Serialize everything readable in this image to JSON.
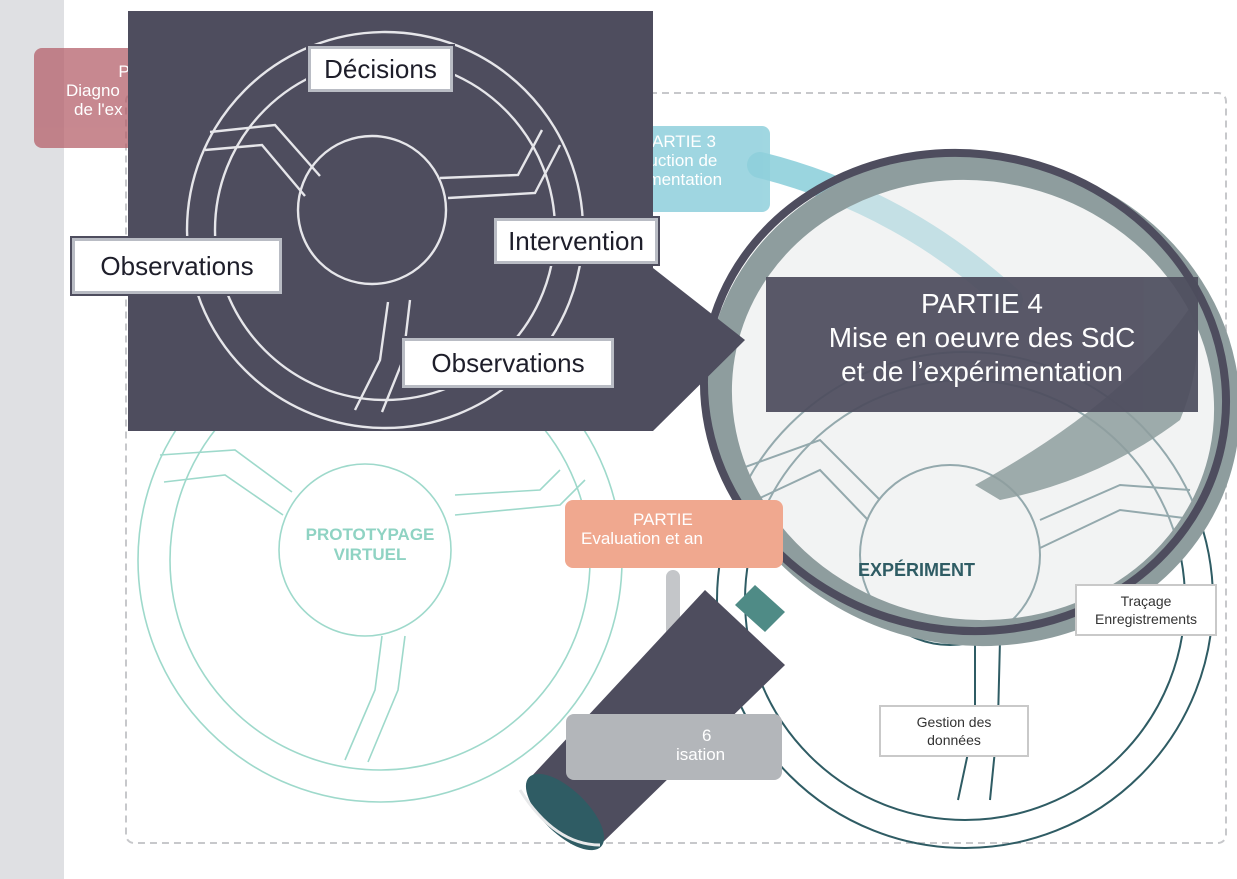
{
  "colors": {
    "sidebar": "#dfe0e3",
    "teal_light": "#9ed9cb",
    "teal_dark": "#2f5c64",
    "dark_panel": "#4e4d5e",
    "partie1": "#b5616b",
    "partie3": "#8fd0dc",
    "partie5": "#f0a88f",
    "partie6": "#b3b6ba",
    "lens_ring": "#8e9d9e"
  },
  "partie1": {
    "line1": "P",
    "line2": "Diagno",
    "line3": "de l'ex"
  },
  "partie3": {
    "line1": "ARTIE 3",
    "line2": "truction de",
    "line3": "rimentation"
  },
  "partie5": {
    "line1": "PARTIE",
    "line2": "Evaluation et an"
  },
  "partie6": {
    "line1": "6",
    "line2": "isation"
  },
  "prototypage": {
    "line1": "PROTOTYPAGE",
    "line2": "VIRTUEL"
  },
  "experimentation": {
    "label": "EXPÉRIMENT"
  },
  "tags": {
    "tracage_line1": "Traçage",
    "tracage_line2": "Enregistrements",
    "gestion_line1": "Gestion des",
    "gestion_line2": "données"
  },
  "zoom_panel": {
    "decisions": "Décisions",
    "intervention": "Intervention",
    "observations_left": "Observations",
    "observations_bottom": "Observations"
  },
  "partie4": {
    "title": "PARTIE 4",
    "line1": "Mise en oeuvre des SdC",
    "line2": "et de l’expérimentation"
  }
}
